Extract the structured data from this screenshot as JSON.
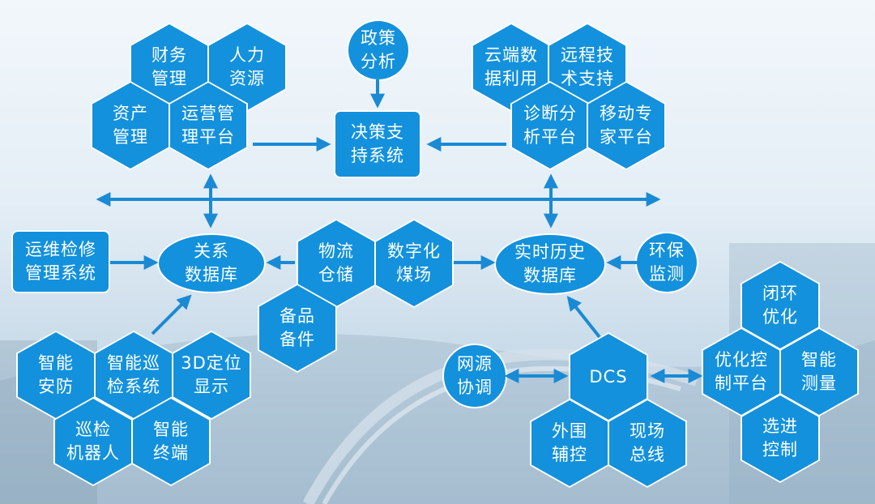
{
  "colors": {
    "node_fill": "#1391dc",
    "node_border": "#ffffff",
    "arrow": "#1a8ad4"
  },
  "hexagons": [
    {
      "id": "finance",
      "label": "财务\n管理"
    },
    {
      "id": "hr",
      "label": "人力\n资源"
    },
    {
      "id": "asset",
      "label": "资产\n管理"
    },
    {
      "id": "ops",
      "label": "运营管\n理平台"
    },
    {
      "id": "cloud",
      "label": "云端数\n据利用"
    },
    {
      "id": "remote",
      "label": "远程技\n术支持"
    },
    {
      "id": "diag",
      "label": "诊断分\n析平台"
    },
    {
      "id": "mobile",
      "label": "移动专\n家平台"
    },
    {
      "id": "logistics",
      "label": "物流\n仓储"
    },
    {
      "id": "digital",
      "label": "数字化\n煤场"
    },
    {
      "id": "spare",
      "label": "备品\n备件"
    },
    {
      "id": "security",
      "label": "智能\n安防"
    },
    {
      "id": "patrol",
      "label": "智能巡\n检系统"
    },
    {
      "id": "loc3d",
      "label": "3D定位\n显示"
    },
    {
      "id": "robot",
      "label": "巡检\n机器人"
    },
    {
      "id": "terminal",
      "label": "智能\n终端"
    },
    {
      "id": "dcs",
      "label": "DCS"
    },
    {
      "id": "periph",
      "label": "外围\n辅控"
    },
    {
      "id": "fieldbus",
      "label": "现场\n总线"
    },
    {
      "id": "closedloop",
      "label": "闭环\n优化"
    },
    {
      "id": "optctrl",
      "label": "优化控\n制平台"
    },
    {
      "id": "measure",
      "label": "智能\n测量"
    },
    {
      "id": "select",
      "label": "选进\n控制"
    }
  ],
  "boxes": [
    {
      "id": "decision",
      "label": "决策支\n持系统"
    },
    {
      "id": "maint",
      "label": "运维检修\n管理系统"
    }
  ],
  "ellipses": [
    {
      "id": "reldb",
      "label": "关系\n数据库"
    },
    {
      "id": "rtdb",
      "label": "实时历史\n数据库"
    }
  ],
  "circles": [
    {
      "id": "policy",
      "label": "政策\n分析"
    },
    {
      "id": "env",
      "label": "环保\n监测"
    },
    {
      "id": "grid",
      "label": "网源\n协调"
    }
  ]
}
